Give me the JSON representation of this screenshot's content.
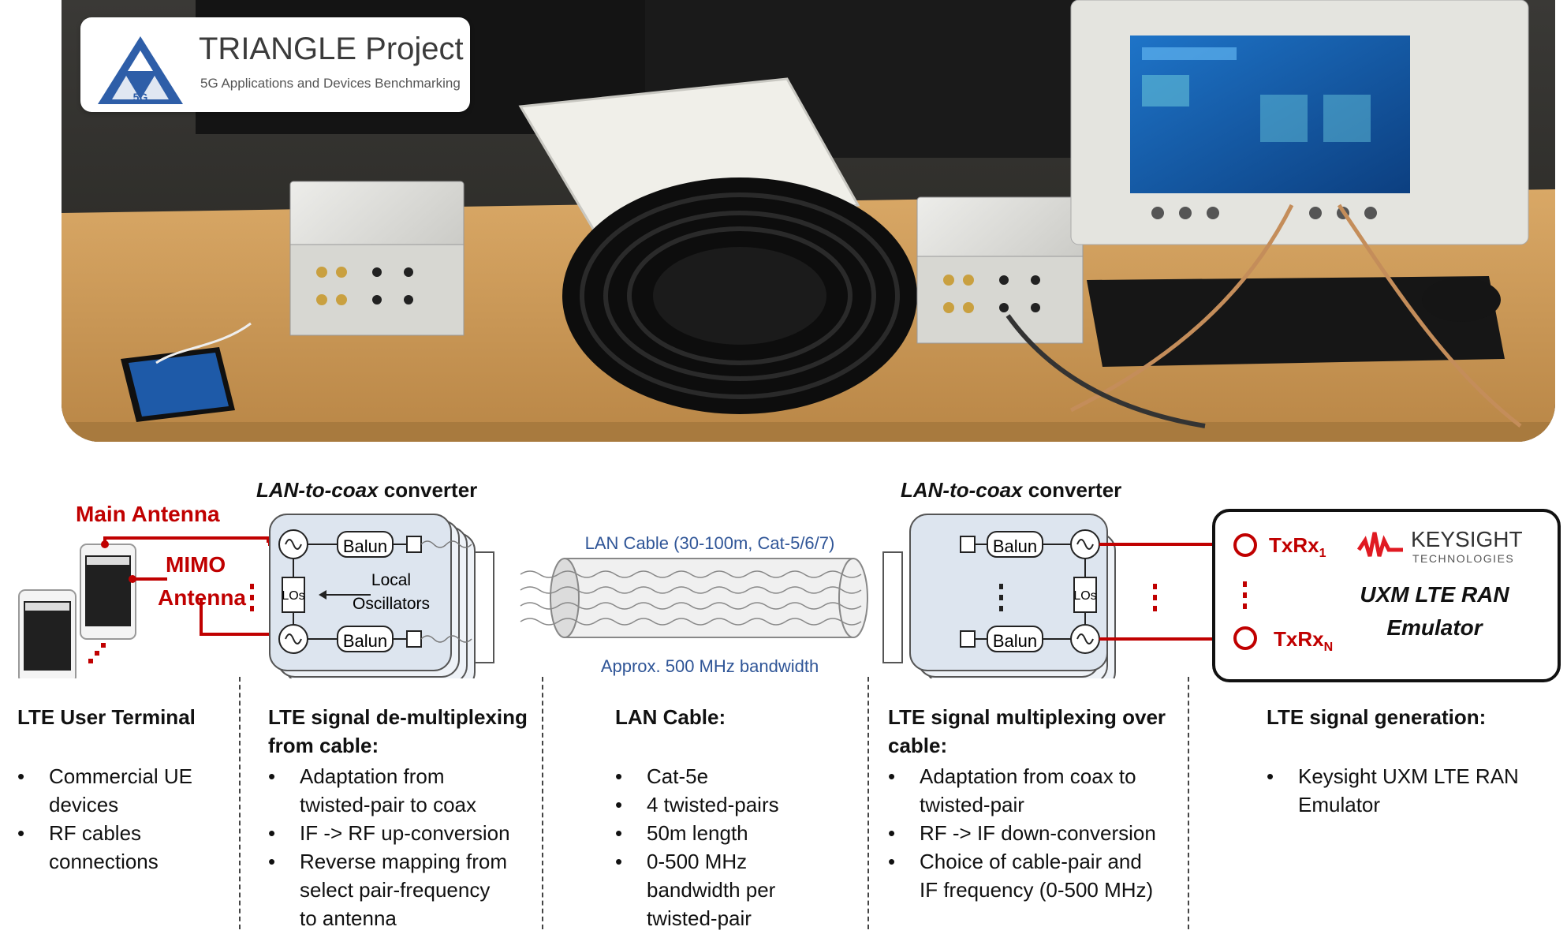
{
  "logo": {
    "title": "TRIANGLE Project",
    "subtitle": "5G Applications and Devices Benchmarking",
    "badge": "5G"
  },
  "diagram": {
    "left_converter_title_italic": "LAN-to-coax",
    "left_converter_title_rest": " converter",
    "right_converter_title_italic": "LAN-to-coax",
    "right_converter_title_rest": " converter",
    "main_antenna": "Main Antenna",
    "mimo_antenna_line1": "MIMO",
    "mimo_antenna_line2": "Antenna",
    "balun": "Balun",
    "los": "LOs",
    "local_oscillators_line1": "Local",
    "local_oscillators_line2": "Oscillators",
    "lan_cable_label": "LAN Cable (30-100m, Cat-5/6/7)",
    "bandwidth_label": "Approx. 500 MHz bandwidth",
    "txrx1_base": "TxRx",
    "txrx1_sub": "1",
    "txrxn_base": "TxRx",
    "txrxn_sub": "N",
    "keysight_brand": "KEYSIGHT",
    "keysight_sub": "TECHNOLOGIES",
    "uxm_line1": "UXM LTE RAN",
    "uxm_line2": "Emulator"
  },
  "columns": [
    {
      "heading_lines": [
        "LTE User Terminal"
      ],
      "items": [
        [
          "Commercial UE",
          "devices"
        ],
        [
          "RF cables",
          "connections"
        ]
      ]
    },
    {
      "heading_lines": [
        "LTE signal de-multiplexing",
        "from cable:"
      ],
      "items": [
        [
          "Adaptation from",
          "twisted-pair to coax"
        ],
        [
          "IF -> RF up-conversion"
        ],
        [
          "Reverse  mapping from",
          "select pair-frequency",
          "to antenna"
        ]
      ]
    },
    {
      "heading_lines": [
        "LAN Cable:"
      ],
      "items": [
        [
          "Cat-5e"
        ],
        [
          "4 twisted-pairs"
        ],
        [
          "50m length"
        ],
        [
          "0-500 MHz",
          "bandwidth per",
          "twisted-pair"
        ]
      ]
    },
    {
      "heading_lines": [
        "LTE signal multiplexing over",
        "cable:"
      ],
      "items": [
        [
          "Adaptation from coax to",
          "twisted-pair"
        ],
        [
          "RF -> IF down-conversion"
        ],
        [
          "Choice of cable-pair and",
          "IF frequency (0-500 MHz)"
        ]
      ]
    },
    {
      "heading_lines": [
        "LTE signal generation:"
      ],
      "items": [
        [
          "Keysight UXM LTE RAN",
          "Emulator"
        ]
      ]
    }
  ],
  "colors": {
    "accent_red": "#c00000",
    "cable_blue": "#2f5597",
    "keysight_red": "#e01a22"
  }
}
